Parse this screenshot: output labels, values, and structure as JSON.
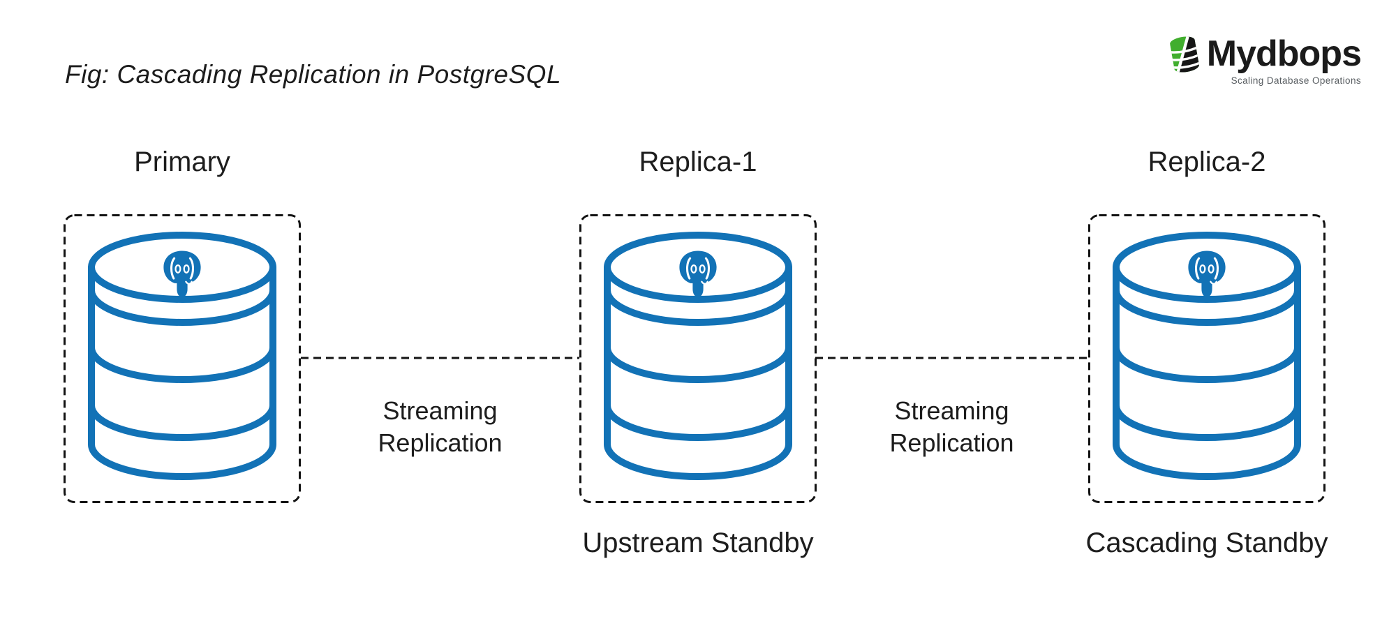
{
  "figure": {
    "title": "Fig: Cascading Replication in PostgreSQL"
  },
  "brand": {
    "name": "Mydbops",
    "tagline": "Scaling Database Operations"
  },
  "colors": {
    "postgres_blue": "#1272B6",
    "logo_green": "#41AE2E",
    "logo_black": "#161616",
    "line_black": "#131313",
    "text": "#1D1D1D",
    "tagline_gray": "#585D61",
    "background": "#FFFFFF"
  },
  "nodes": [
    {
      "label": "Primary"
    },
    {
      "label": "Replica-1",
      "sublabel": "Upstream Standby"
    },
    {
      "label": "Replica-2",
      "sublabel": "Cascading Standby"
    }
  ],
  "connections": [
    {
      "from": "Primary",
      "to": "Replica-1",
      "style": "dashed",
      "label": [
        "Streaming",
        "Replication"
      ]
    },
    {
      "from": "Replica-1",
      "to": "Replica-2",
      "style": "dashed",
      "label": [
        "Streaming",
        "Replication"
      ]
    }
  ]
}
